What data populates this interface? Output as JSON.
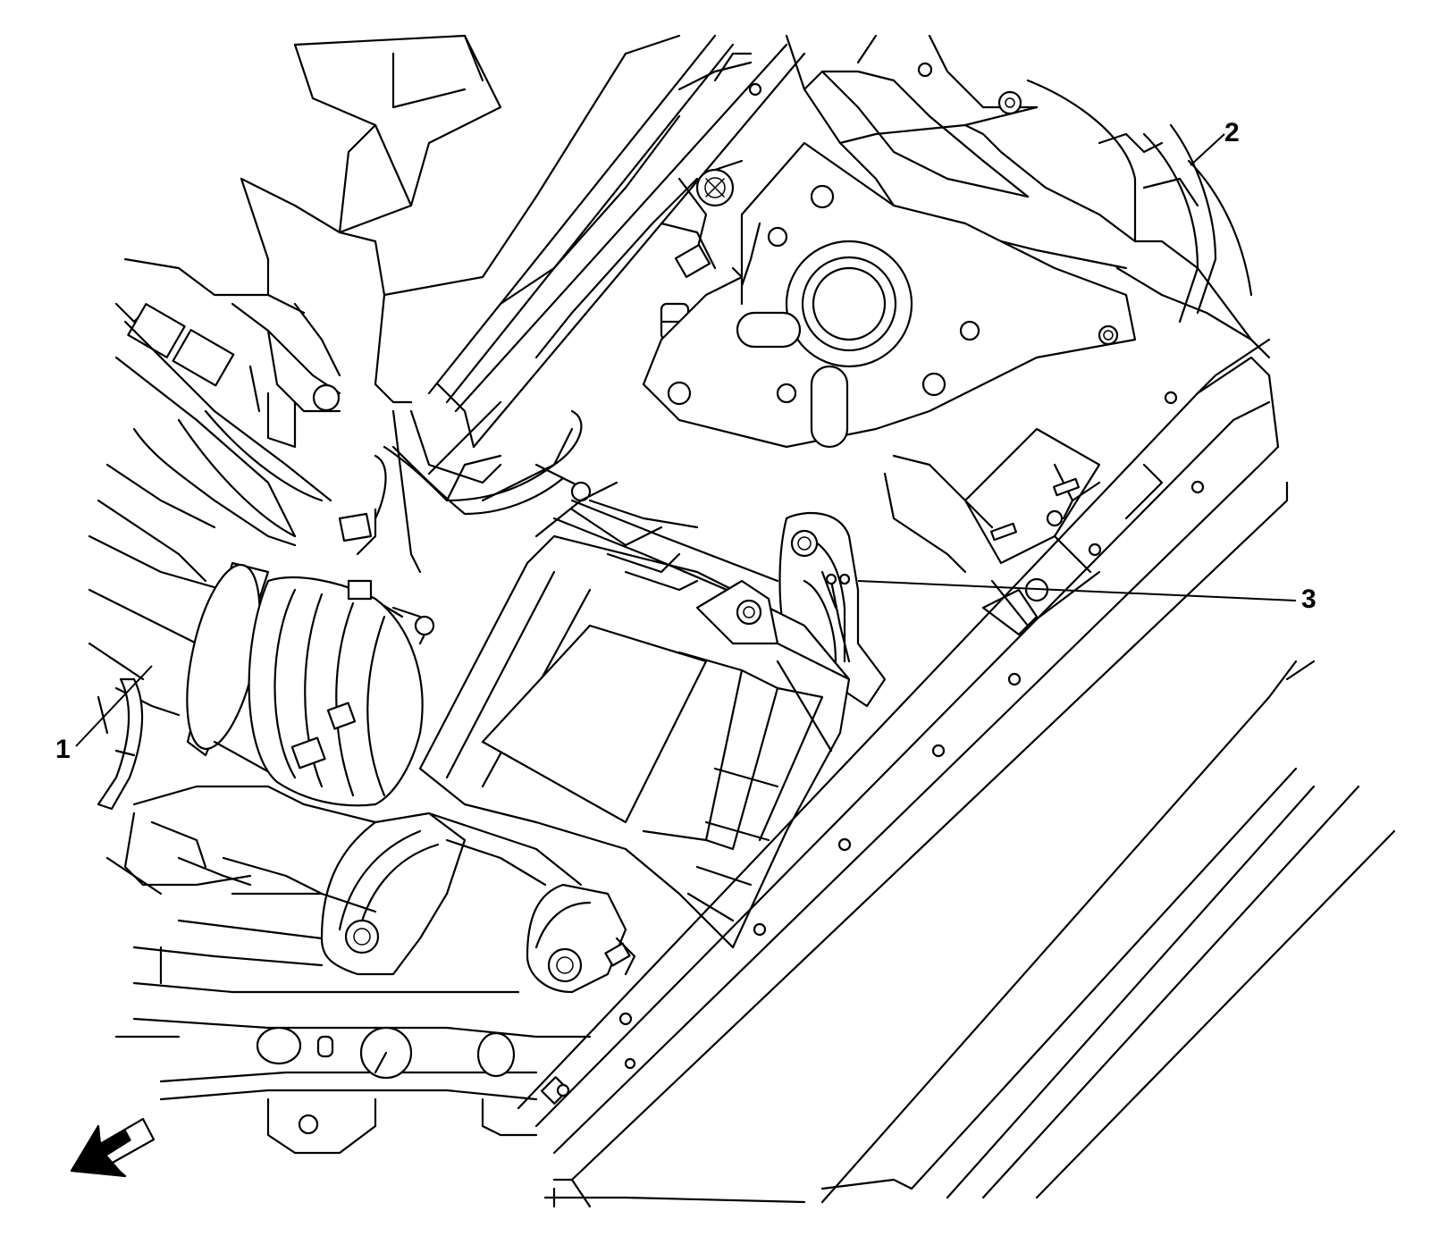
{
  "diagram": {
    "callouts": [
      {
        "id": "1",
        "label": "1"
      },
      {
        "id": "2",
        "label": "2"
      },
      {
        "id": "3",
        "label": "3"
      }
    ],
    "direction_arrow": "front-arrow-icon",
    "line_color": "#000000",
    "background_color": "#ffffff"
  }
}
